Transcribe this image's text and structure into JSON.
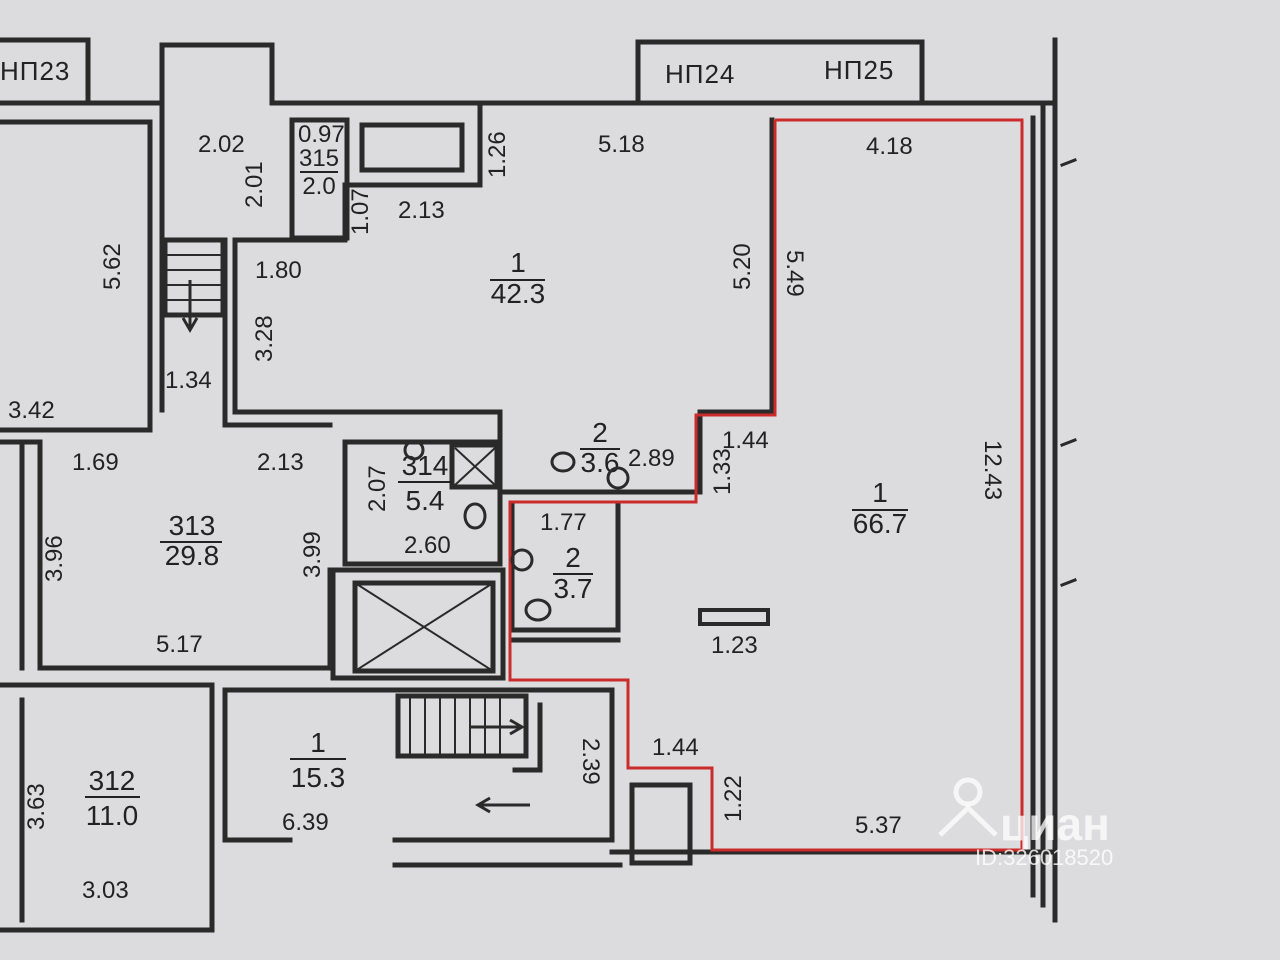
{
  "unit_tags": [
    "НП23",
    "НП24",
    "НП25"
  ],
  "rooms": [
    {
      "id": "1",
      "area": "42.3"
    },
    {
      "id": "1",
      "area": "66.7"
    },
    {
      "id": "2",
      "area": "3.6"
    },
    {
      "id": "2",
      "area": "3.7"
    },
    {
      "id": "313",
      "area": "29.8"
    },
    {
      "id": "314",
      "area": "5.4"
    },
    {
      "id": "315",
      "area": "2.0"
    },
    {
      "id": "312",
      "area": "11.0"
    },
    {
      "id": "1",
      "area": "15.3"
    }
  ],
  "dimensions": [
    "2.02",
    "0.97",
    "2.01",
    "1.26",
    "5.18",
    "4.18",
    "1.07",
    "2.13",
    "5.62",
    "1.80",
    "5.20",
    "5.49",
    "3.28",
    "1.34",
    "3.42",
    "1.69",
    "2.13",
    "2.89",
    "1.44",
    "1.33",
    "12.43",
    "2.07",
    "1.77",
    "3.96",
    "3.99",
    "2.60",
    "1.23",
    "5.17",
    "2.39",
    "1.44",
    "3.63",
    "1.22",
    "6.39",
    "5.37",
    "3.03"
  ],
  "watermark": {
    "brand": "циан",
    "id_text": "ID:326018520"
  },
  "colors": {
    "wall": "#2a2a2a",
    "highlight": "#cc2b2b",
    "paper": "#dcdcdf"
  }
}
